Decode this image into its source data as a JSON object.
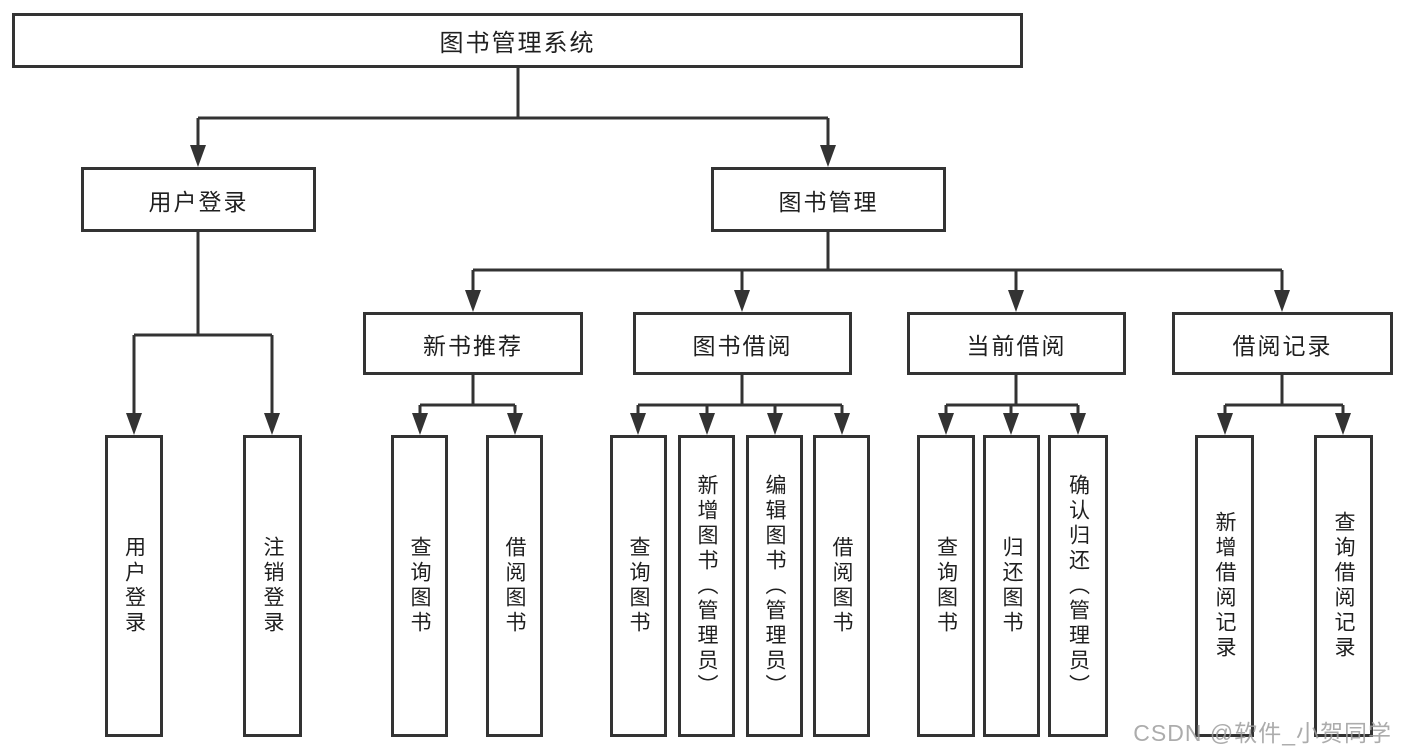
{
  "diagram_type": "hierarchy-tree",
  "tree": {
    "label": "图书管理系统",
    "children": [
      {
        "label": "用户登录",
        "children": [
          {
            "label": "用户登录"
          },
          {
            "label": "注销登录"
          }
        ]
      },
      {
        "label": "图书管理",
        "children": [
          {
            "label": "新书推荐",
            "children": [
              {
                "label": "查询图书"
              },
              {
                "label": "借阅图书"
              }
            ]
          },
          {
            "label": "图书借阅",
            "children": [
              {
                "label": "查询图书"
              },
              {
                "label": "新增图书（管理员）"
              },
              {
                "label": "编辑图书（管理员）"
              },
              {
                "label": "借阅图书"
              }
            ]
          },
          {
            "label": "当前借阅",
            "children": [
              {
                "label": "查询图书"
              },
              {
                "label": "归还图书"
              },
              {
                "label": "确认归还（管理员）"
              }
            ]
          },
          {
            "label": "借阅记录",
            "children": [
              {
                "label": "新增借阅记录"
              },
              {
                "label": "查询借阅记录"
              }
            ]
          }
        ]
      }
    ]
  },
  "watermark": {
    "text": "CSDN @软件_小贺同学"
  },
  "colors": {
    "line": "#333333",
    "box_border": "#333333",
    "box_fill": "#ffffff",
    "text": "#1f1f1f",
    "watermark": "#9e9e9e",
    "background": "#ffffff"
  }
}
